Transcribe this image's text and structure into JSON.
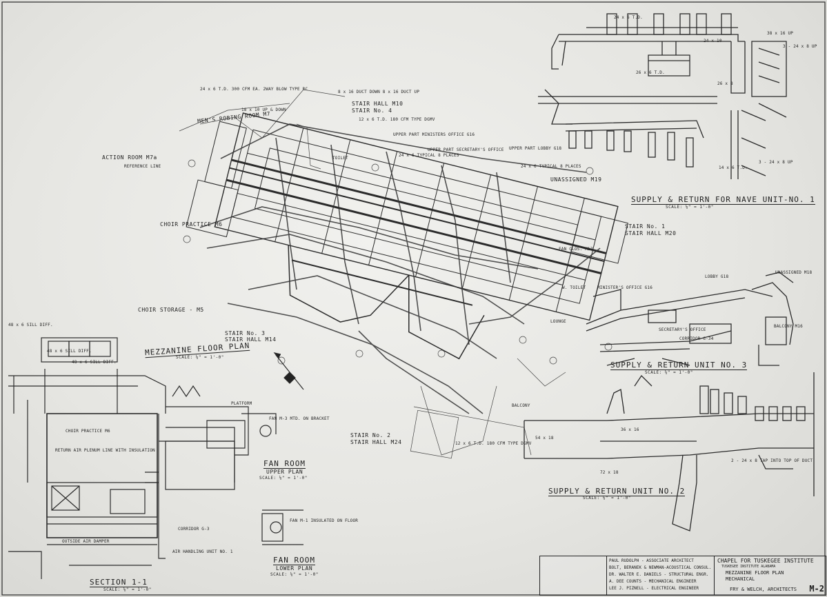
{
  "title_block": {
    "consultants": [
      "PAUL RUDOLPH - ASSOCIATE ARCHITECT",
      "BOLT, BERANEK & NEWMAN-ACOUSTICAL CONSUL.",
      "DR. WALTER E. DANIELS - STRUCTURAL ENGR.",
      "A. DEE COUNTS - MECHANICAL ENGINEER",
      "LEE J. PIZNELL - ELECTRICAL ENGINEER"
    ],
    "project": "CHAPEL FOR TUSKEGEE INSTITUTE",
    "location": "TUSKEGEE   INSTITUTE   ALABAMA",
    "sheet_title": "MEZZANINE FLOOR PLAN",
    "sheet_subtitle": "MECHANICAL",
    "architect": "FRY & WELCH, ARCHITECTS",
    "sheet_number": "M-2"
  },
  "plan_titles": {
    "mezzanine": {
      "title": "MEZZANINE FLOOR PLAN",
      "scale": "SCALE: ⅛\" = 1'-0\""
    },
    "supply_return_1": {
      "title": "SUPPLY & RETURN FOR NAVE UNIT-NO. 1",
      "scale": "SCALE: ⅛\" = 1'-0\""
    },
    "supply_return_3": {
      "title": "SUPPLY & RETURN  UNIT  NO. 3",
      "scale": "SCALE: ⅛\" = 1'-0\""
    },
    "supply_return_2": {
      "title": "SUPPLY & RETURN  UNIT  NO. 2",
      "scale": "SCALE: ⅛\" = 1'-0\""
    },
    "fan_room_upper": {
      "title": "FAN ROOM",
      "sub": "UPPER PLAN",
      "scale": "SCALE: ⅛\" = 1'-0\""
    },
    "fan_room_lower": {
      "title": "FAN ROOM",
      "sub": "LOWER PLAN",
      "scale": "SCALE: ⅛\" = 1'-0\""
    },
    "section": {
      "title": "SECTION 1-1",
      "scale": "SCALE: ⅛\" = 1'-0\""
    }
  },
  "room_labels": {
    "action_room": "ACTION ROOM M7a",
    "mens_robing": "MEN'S ROBING ROOM M7",
    "stair_hall_m10": "STAIR HALL M10",
    "stair_no4": "STAIR No. 4",
    "upper_ministers": "UPPER PART MINISTERS OFFICE G16",
    "upper_secretarys": "UPPER PART SECRETARY'S OFFICE",
    "upper_lobby": "UPPER PART LOBBY G18",
    "toilet": "TOILET",
    "unassigned_m19": "UNASSIGNED M19",
    "stair_no1": "STAIR No. 1",
    "stair_hall_m20": "STAIR HALL M20",
    "choir_practice": "CHOIR PRACTICE M6",
    "choir_storage": "CHOIR STORAGE - M5",
    "stair_no3": "STAIR No. 3",
    "stair_hall_m14": "STAIR HALL M14",
    "fan_closet": "FAN CLOS. M17",
    "lobby_g18": "LOBBY G18",
    "unassigned_m18": "UNASSIGNED M18",
    "balcony_m16": "BALCONY M16",
    "corridor_g34": "CORRIDOR G-34",
    "secretarys_office": "SECRETARY'S OFFICE",
    "lounge": "LOUNGE",
    "w_toilet": "W. TOILET",
    "ministers_office": "MINISTER'S OFFICE G16",
    "stair_no2": "STAIR No. 2",
    "stair_hall_m24": "STAIR HALL M24",
    "balcony": "BALCONY",
    "choir_practice_section": "CHOIR PRACTICE M6",
    "corridor_g3": "CORRIDOR G-3",
    "reference_line": "REFERENCE LINE",
    "platform": "PLATFORM"
  },
  "duct_notes": [
    "18 x 10 UP & DOWN",
    "24 x 6 T.D. 300 CFM EA. 2WAY BLOW TYPE RC",
    "8 x 16 DUCT DOWN 8 x 16 DUCT UP",
    "12 x 6 T.D. 180 CFM TYPE DGMV",
    "24 x 6 TYPICAL 8 PLACES",
    "24 x 6 TYPICAL 8 PLACES",
    "48 x 6 SILL DIFF.",
    "48 x 6 SILL DIFF.",
    "48 x 6 SILL DIFF.",
    "26 x 6 T.D.",
    "14 x 6 T.D.",
    "24 x 6 T.D.",
    "12 x 6 T.D. 180 CFM TYPE DGMV",
    "38 x 16 UP",
    "2 - 24 x 8 TAP INTO TOP OF DUCT",
    "72 x 18",
    "54 x 18",
    "36 x 16",
    "24 x 10",
    "26 x 8",
    "3 - 24 x 8 UP",
    "3 - 24 x 8 UP",
    "RETURN AIR PLENUM LINE WITH INSULATION",
    "FAN M-1 INSULATED ON FLOOR",
    "FAN M-3 MTD. ON BRACKET",
    "AIR HANDLING UNIT NO. 1",
    "OUTSIDE AIR DAMPER"
  ]
}
